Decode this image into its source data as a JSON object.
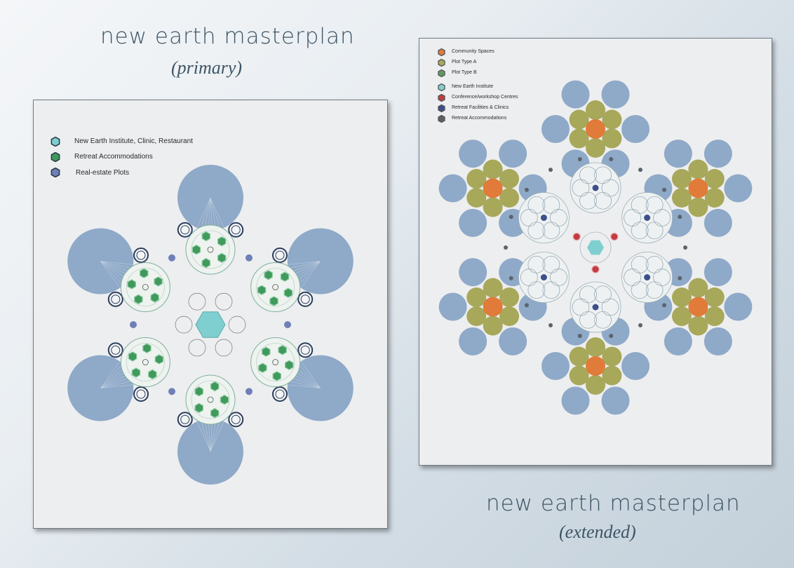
{
  "primary": {
    "title": "new earth masterplan",
    "subtitle": "(primary)",
    "legend": [
      {
        "label": "New Earth Institute, Clinic, Restaurant",
        "color": "#7fcfd0",
        "icon": "teal-hexagon-icon"
      },
      {
        "label": "Retreat Accommodations",
        "color": "#3f9a5c",
        "icon": "green-hexagon-icon"
      },
      {
        "label": "Real-estate Plots",
        "color": "#6f7fb8",
        "icon": "blue-hexagon-icon"
      }
    ]
  },
  "extended": {
    "title": "new earth masterplan",
    "subtitle": "(extended)",
    "legend": [
      {
        "label": "Community Spaces",
        "color": "#e07b3a",
        "icon": "orange-hexagon-icon"
      },
      {
        "label": "Plot Type A",
        "color": "#a7a85a",
        "icon": "olive-hexagon-icon"
      },
      {
        "label": "Plot Type B",
        "color": "#5f9a62",
        "icon": "green-hexagon-icon"
      },
      {
        "label": "New Earth Institute",
        "color": "#7fcfd0",
        "icon": "teal-hexagon-icon"
      },
      {
        "label": "Conference/workshop Centres",
        "color": "#c23b42",
        "icon": "red-hexagon-icon"
      },
      {
        "label": "Retreat Facilities & Clinics",
        "color": "#3b4f8c",
        "icon": "navy-hexagon-icon"
      },
      {
        "label": "Retreat Accommodations",
        "color": "#586068",
        "icon": "grey-hexagon-icon"
      }
    ]
  },
  "colors": {
    "plot_blue": "#8fa9c8",
    "plot_olive": "#a7a85a",
    "community_orange": "#e07b3a",
    "institute_teal": "#7fcfd0",
    "board_bg": "#edeeef"
  }
}
